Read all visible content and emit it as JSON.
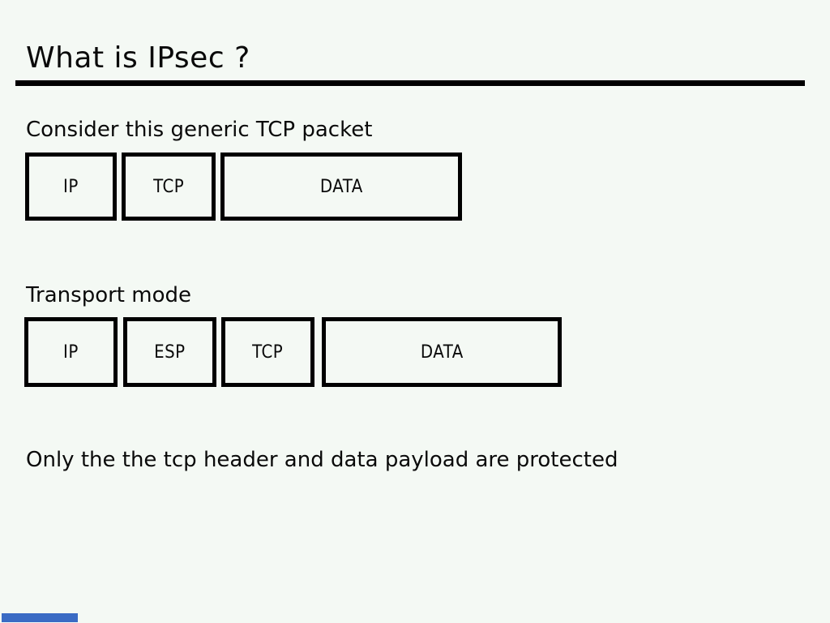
{
  "slide": {
    "title": "What is IPsec ?",
    "sections": [
      {
        "caption": "Consider this generic TCP packet",
        "boxes": [
          "IP",
          "TCP",
          "DATA"
        ]
      },
      {
        "caption": "Transport mode",
        "boxes": [
          "IP",
          "ESP",
          "TCP",
          "DATA"
        ]
      }
    ],
    "footer_note": "Only the the tcp header and data payload are protected",
    "colors": {
      "background": "#f4f9f4",
      "title_rule": "#000000",
      "box_border": "#000000",
      "text": "#0a0a0a",
      "progress_bar": "#3a6bc4"
    }
  }
}
